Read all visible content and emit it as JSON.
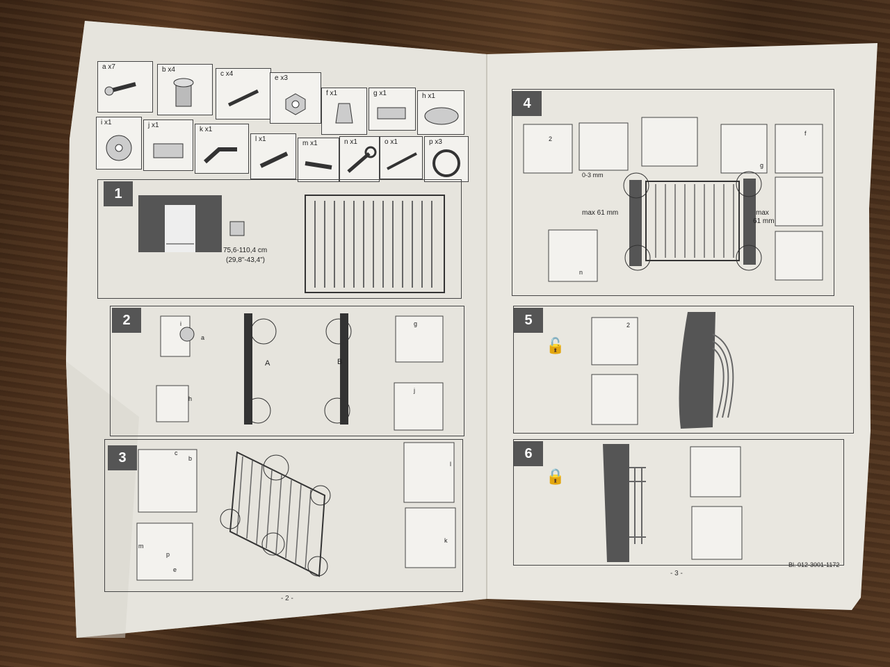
{
  "parts": [
    {
      "label": "a  x7"
    },
    {
      "label": "b  x4"
    },
    {
      "label": "c  x4"
    },
    {
      "label": "e  x3"
    },
    {
      "label": "f  x1"
    },
    {
      "label": "g  x1"
    },
    {
      "label": "h  x1"
    },
    {
      "label": "i  x1"
    },
    {
      "label": "j  x1"
    },
    {
      "label": "k  x1"
    },
    {
      "label": "l  x1"
    },
    {
      "label": "m  x1"
    },
    {
      "label": "n  x1"
    },
    {
      "label": "o  x1"
    },
    {
      "label": "p  x3"
    }
  ],
  "step1": {
    "number": "1",
    "measure": "75,6-110,4 cm",
    "measure_in": "(29,8\"-43,4\")"
  },
  "step2": {
    "number": "2",
    "label_a": "A",
    "label_b": "B",
    "i": "i",
    "a": "a",
    "h": "h",
    "g": "g",
    "j": "j"
  },
  "step3": {
    "number": "3",
    "c": "c",
    "b": "b",
    "m": "m",
    "p": "p",
    "e": "e",
    "k": "k",
    "l": "l"
  },
  "step4": {
    "number": "4",
    "gap": "0-3 mm",
    "max_left": "max 61 mm",
    "max_right": "max",
    "max_right2": "61 mm",
    "n": "n",
    "f": "f",
    "g": "g",
    "two": "2"
  },
  "step5": {
    "number": "5",
    "two": "2"
  },
  "step6": {
    "number": "6"
  },
  "page_left": "- 2 -",
  "page_right": "- 3 -",
  "doc_code": "Bl. 012-3001-1172"
}
